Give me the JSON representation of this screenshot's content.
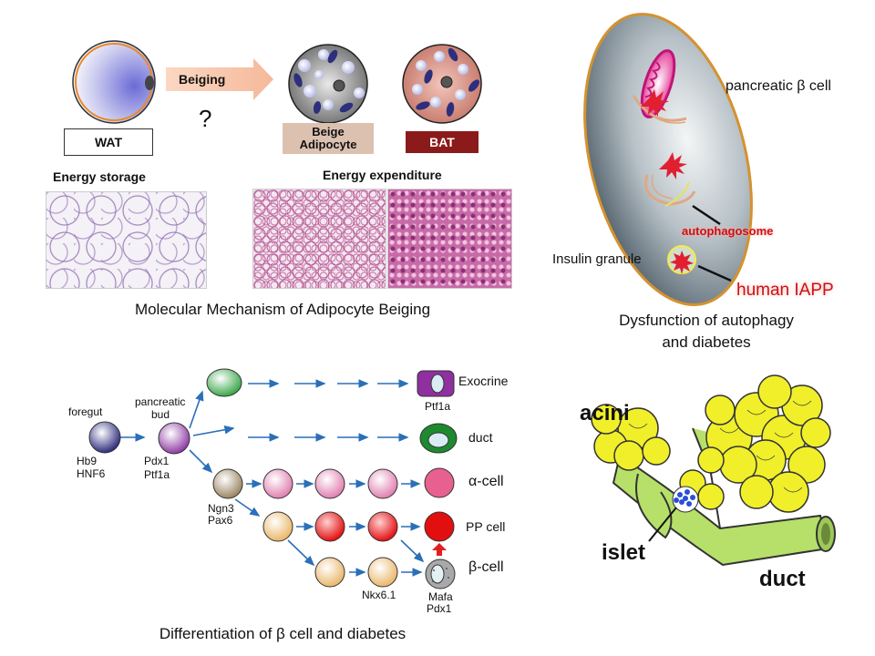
{
  "adipocyte": {
    "wat_label": "WAT",
    "beiging_label": "Beiging",
    "question": "?",
    "beige_label": "Beige\nAdipocyte",
    "bat_label": "BAT",
    "energy_storage": "Energy storage",
    "energy_expenditure": "Energy expenditure",
    "caption": "Molecular Mechanism of Adipocyte Beiging",
    "colors": {
      "beige_box": "#dcc1b1",
      "bat_box": "#8b1a1a",
      "arrow": "#f9c6a8"
    }
  },
  "autophagy": {
    "cell_label": "pancreatic β cell",
    "autophagosome": "autophagosome",
    "insulin_granule": "Insulin granule",
    "human_iapp": "human IAPP",
    "caption_line1": "Dysfunction of autophagy",
    "caption_line2": "and diabetes",
    "colors": {
      "red_label": "#cc1111"
    }
  },
  "differentiation": {
    "foregut": "foregut",
    "pancreatic_bud_1": "pancreatic",
    "pancreatic_bud_2": "bud",
    "hb9": "Hb9",
    "hnf6": "HNF6",
    "pdx1": "Pdx1",
    "ptf1a": "Ptf1a",
    "ngn3": "Ngn3",
    "pax6": "Pax6",
    "nkx": "Nkx6.1",
    "mafa": "Mafa",
    "pdx1_b": "Pdx1",
    "ptf1a_top": "Ptf1a",
    "exocrine": "Exocrine",
    "duct": "duct",
    "alpha": "α-cell",
    "pp": "PP cell",
    "beta": "β-cell",
    "caption": "Differentiation of β cell and diabetes"
  },
  "pancreas": {
    "acini": "acini",
    "islet": "islet",
    "duct": "duct"
  }
}
